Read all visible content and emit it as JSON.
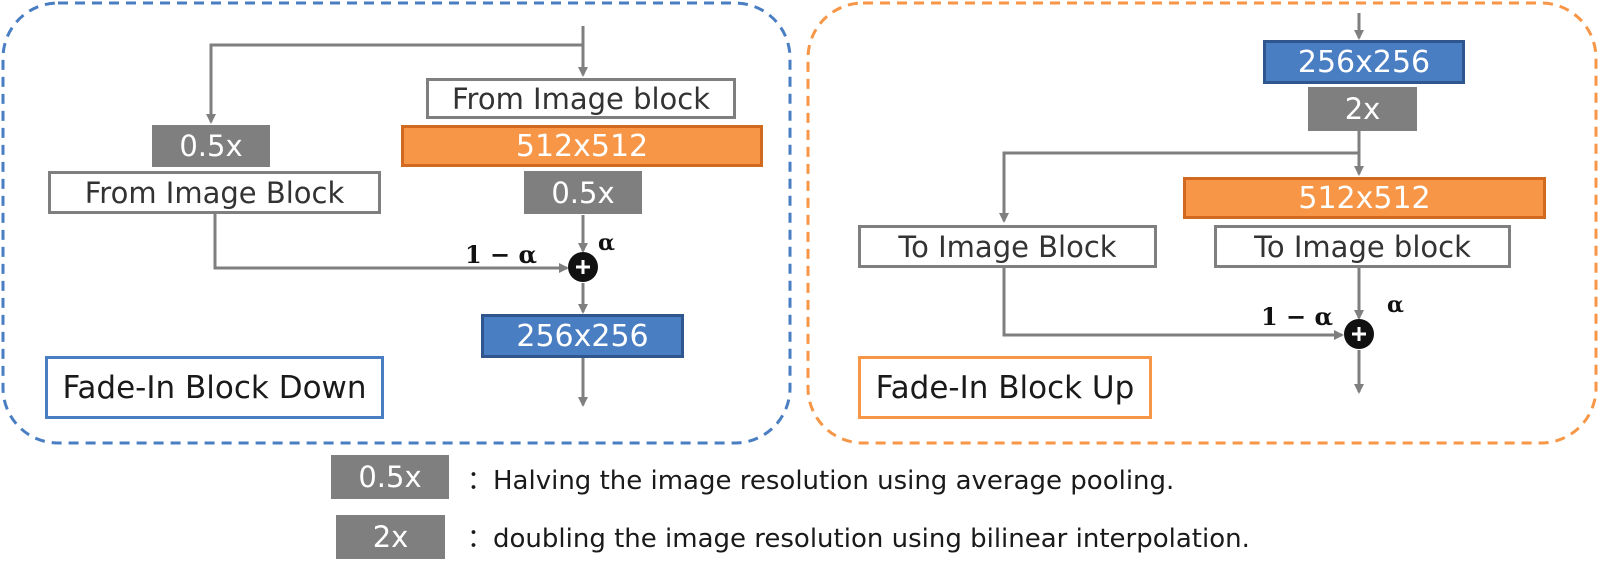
{
  "panels": {
    "down": {
      "title": "Fade-In Block Down",
      "from_image_block_top": "From Image block",
      "res_in": "512x512",
      "pool_right": "0.5x",
      "pool_left": "0.5x",
      "from_image_block_left": "From Image Block",
      "weight_left": "1 − α",
      "weight_right": "α",
      "res_out": "256x256",
      "border_color": "#4a7ec3"
    },
    "up": {
      "title": "Fade-In Block Up",
      "res_in": "256x256",
      "upsample": "2x",
      "res_out": "512x512",
      "to_image_block_left": "To Image Block",
      "to_image_block_right": "To Image block",
      "weight_left": "1 − α",
      "weight_right": "α",
      "border_color": "#f79646"
    }
  },
  "legend": [
    {
      "symbol": "0.5x",
      "text": "：Halving the image resolution using average pooling."
    },
    {
      "symbol": "2x",
      "text": "：doubling the image resolution using bilinear interpolation."
    }
  ]
}
